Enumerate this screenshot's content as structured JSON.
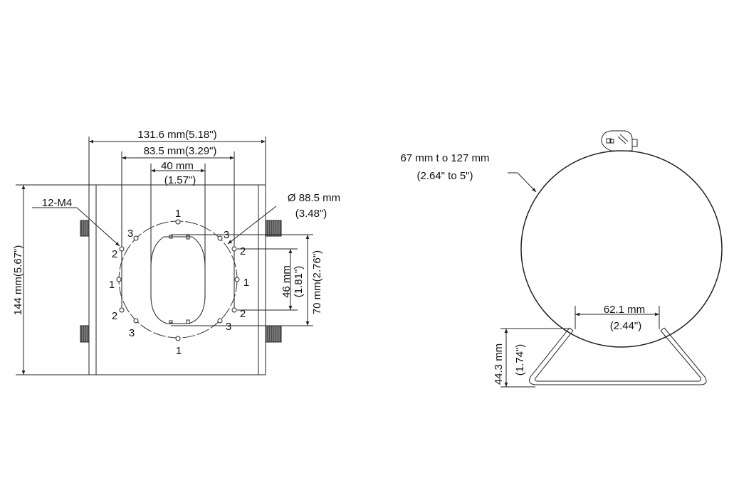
{
  "front_view": {
    "width_overall": "131.6 mm(5.18\")",
    "hole_spacing": "83.5 mm(3.29\")",
    "slot_width_mm": "40 mm",
    "slot_width_in": "(1.57\")",
    "height": "144 mm(5.67\")",
    "thread_spec": "12-M4",
    "bolt_circle_mm": "Ø 88.5 mm",
    "bolt_circle_in": "(3.48\")",
    "inner_height_mm": "46 mm",
    "inner_height_in": "(1.81\")",
    "outer_height": "70 mm(2.76\")",
    "hole_labels": {
      "one": "1",
      "two": "2",
      "three": "3"
    }
  },
  "side_view": {
    "clamp_range_mm": "67 mm t o 127 mm",
    "clamp_range_in": "(2.64\" to 5\")",
    "stand_width_mm": "62.1 mm",
    "stand_width_in": "(2.44\")",
    "stand_height_mm": "44.3 mm",
    "stand_height_in": "(1.74\")"
  }
}
